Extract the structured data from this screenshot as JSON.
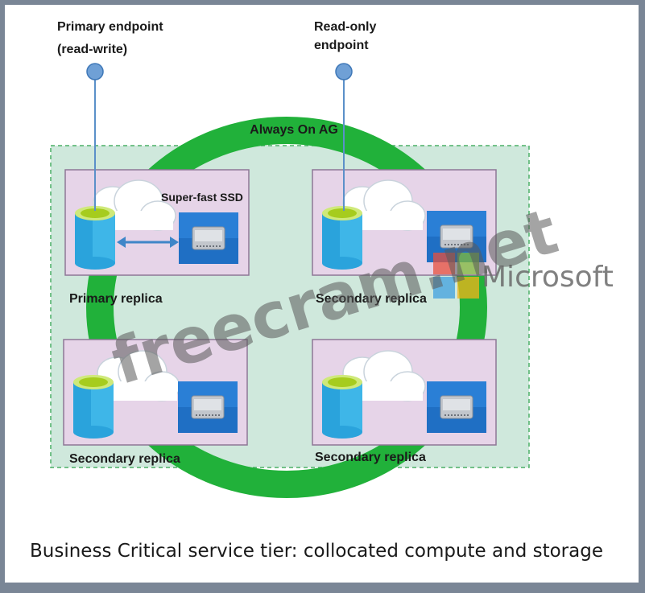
{
  "endpoints": {
    "primary": [
      "Primary endpoint",
      "(read-write)"
    ],
    "readonly": [
      "Read-only",
      "endpoint"
    ]
  },
  "ring_label": "Always On AG",
  "ssd_label": "Super-fast SSD",
  "replicas": {
    "top_left": "Primary replica",
    "top_right": "Secondary replica",
    "bottom_left": "Secondary replica",
    "bottom_right": "Secondary replica"
  },
  "caption": "Business Critical service tier: collocated compute and storage",
  "watermarks": [
    "freecram.net",
    "Microsoft"
  ],
  "colors": {
    "ring": "#21b13a",
    "zone_fill": "#cfe8dc",
    "zone_border": "#4caf66",
    "replica_box": "#e6d4e8",
    "db_cylinder": "#3eb6e8",
    "db_top": "#b7dc2b",
    "ssd_tile": "#1f6fc4",
    "endpoint_dot": "#6fa0d6",
    "arrow": "#3f86c8"
  }
}
